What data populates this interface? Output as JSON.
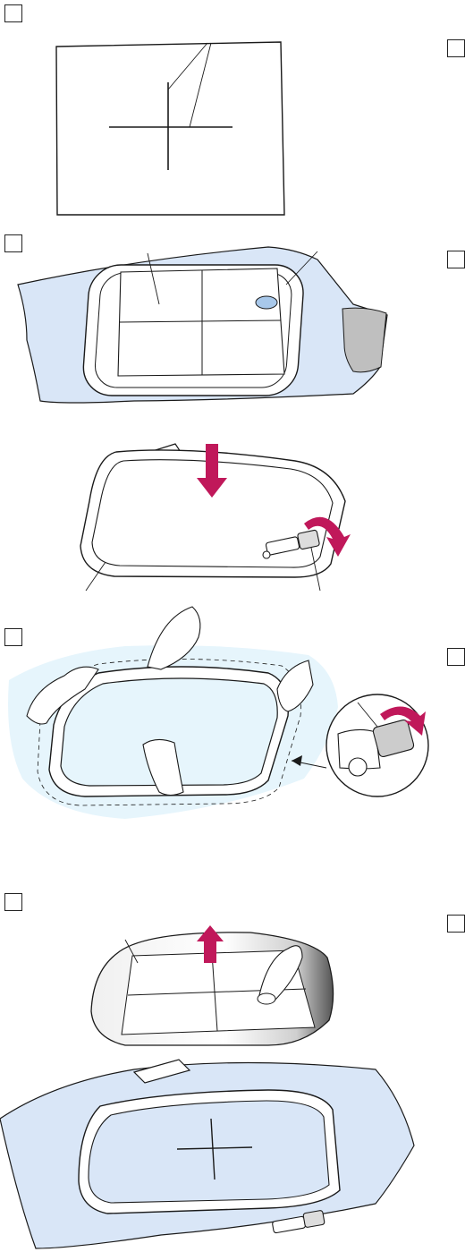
{
  "figure": {
    "panels": [
      {
        "id": "template-marking",
        "step_box": ""
      },
      {
        "id": "hoop-fabric",
        "step_box": ""
      },
      {
        "id": "tighten-fabric",
        "step_box": ""
      },
      {
        "id": "remove-template",
        "step_box": ""
      }
    ],
    "right_column_boxes": 4
  },
  "colors": {
    "line": "#1a1a1a",
    "fabric": "#d9e6f7",
    "fabric_light": "#e6f5fc",
    "template": "#ffffff",
    "arrow_accent": "#c0185a",
    "hoop": "#ffffff"
  }
}
